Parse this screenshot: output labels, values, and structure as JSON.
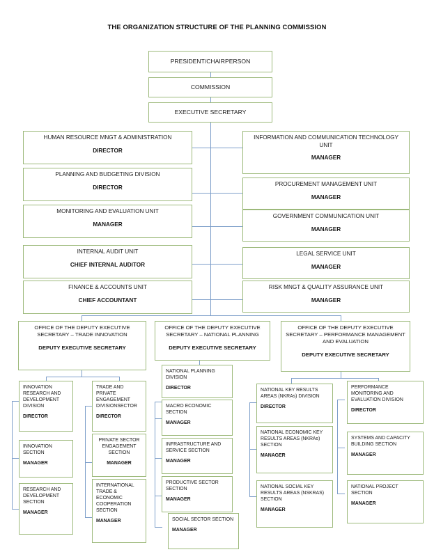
{
  "page": {
    "title": "THE ORGANIZATION STRUCTURE OF THE PLANNING COMMISSION",
    "border_color": "#9cb97a",
    "line_color": "#7d9ec9",
    "background": "#ffffff"
  },
  "top_chain": [
    {
      "title": "PRESIDENT/CHAIRPERSON",
      "role": ""
    },
    {
      "title": "COMMISSION",
      "role": ""
    },
    {
      "title": "EXECUTIVE SECRETARY",
      "role": ""
    }
  ],
  "left_units": [
    {
      "title": "HUMAN RESOURCE MNGT & ADMINISTRATION",
      "role": "DIRECTOR"
    },
    {
      "title": "PLANNING AND BUDGETING DIVISION",
      "role": "DIRECTOR"
    },
    {
      "title": "MONITORING AND EVALUATION UNIT",
      "role": "MANAGER"
    },
    {
      "title": "INTERNAL AUDIT UNIT",
      "role": "CHIEF INTERNAL AUDITOR"
    },
    {
      "title": "FINANCE & ACCOUNTS UNIT",
      "role": "CHIEF ACCOUNTANT"
    }
  ],
  "right_units": [
    {
      "title": "INFORMATION AND COMMUNICATION TECHNOLOGY UNIT",
      "role": "MANAGER"
    },
    {
      "title": "PROCUREMENT MANAGEMENT UNIT",
      "role": "MANAGER"
    },
    {
      "title": "GOVERNMENT COMMUNICATION UNIT",
      "role": "MANAGER"
    },
    {
      "title": "LEGAL SERVICE UNIT",
      "role": "MANAGER"
    },
    {
      "title": "RISK MNGT & QUALITY ASSURANCE UNIT",
      "role": "MANAGER"
    }
  ],
  "deputies": [
    {
      "title": "OFFICE OF THE DEPUTY EXECUTIVE SECRETARY – TRADE INNOVATION",
      "role": "DEPUTY EXECUTIVE SECRETARY"
    },
    {
      "title": "OFFICE OF THE DEPUTY EXECUTIVE SECRETARY – NATIONAL PLANNING",
      "role": "DEPUTY EXECUTIVE SECRETARY"
    },
    {
      "title": "OFFICE OF THE DEPUTY EXECUTIVE SECRETARY – PERFORMANCE MANAGEMENT AND EVALUATION",
      "role": "DEPUTY EXECUTIVE SECRETARY"
    }
  ],
  "col_a": [
    {
      "title": "INNOVATION RESEARCH AND DEVELOPMENT DIVISION",
      "role": "DIRECTOR"
    },
    {
      "title": "INNOVATION SECTION",
      "role": "MANAGER"
    },
    {
      "title": "RESEARCH AND DEVELOPMENT SECTION",
      "role": "MANAGER"
    }
  ],
  "col_b": [
    {
      "title": "TRADE AND PRIVATE ENGAGEMENT DIVISIONSECTOR",
      "role": "DIRECTOR"
    },
    {
      "title": "PRIVATE SECTOR ENGAGEMENT SECTION",
      "role": "MANAGER"
    },
    {
      "title": "INTERNATIONAL TRADE & ECONOMIC COOPERATION SECTION",
      "role": "MANAGER"
    }
  ],
  "col_c": [
    {
      "title": "NATIONAL PLANNING DIVISION",
      "role": "DIRECTOR"
    },
    {
      "title": "MACRO ECONOMIC SECTION",
      "role": "MANAGER"
    },
    {
      "title": "INFRASTRUCTURE AND SERVICE SECTION",
      "role": "MANAGER"
    },
    {
      "title": "PRODUCTIVE SECTOR SECTION",
      "role": "MANAGER"
    },
    {
      "title": "SOCIAL SECTOR SECTION",
      "role": "MANAGER"
    }
  ],
  "col_d": [
    {
      "title": "NATIONAL KEY RESULTS AREAS (NKRAs) DIVISION",
      "role": "DIRECTOR"
    },
    {
      "title": "NATIONAL ECONOMIC KEY RESULTS AREAS (NKRAs) SECTION",
      "role": "MANAGER"
    },
    {
      "title": "NATIONAL SOCIAL KEY RESULTS AREAS (NSKRAS) SECTION",
      "role": "MANAGER"
    }
  ],
  "col_e": [
    {
      "title": "PERFORMANCE MONITORING AND EVALUATION DIVISION",
      "role": "DIRECTOR"
    },
    {
      "title": "SYSTEMS AND CAPACITY BUILDING SECTION",
      "role": "MANAGER"
    },
    {
      "title": "NATIONAL PROJECT SECTION",
      "role": "MANAGER"
    }
  ]
}
